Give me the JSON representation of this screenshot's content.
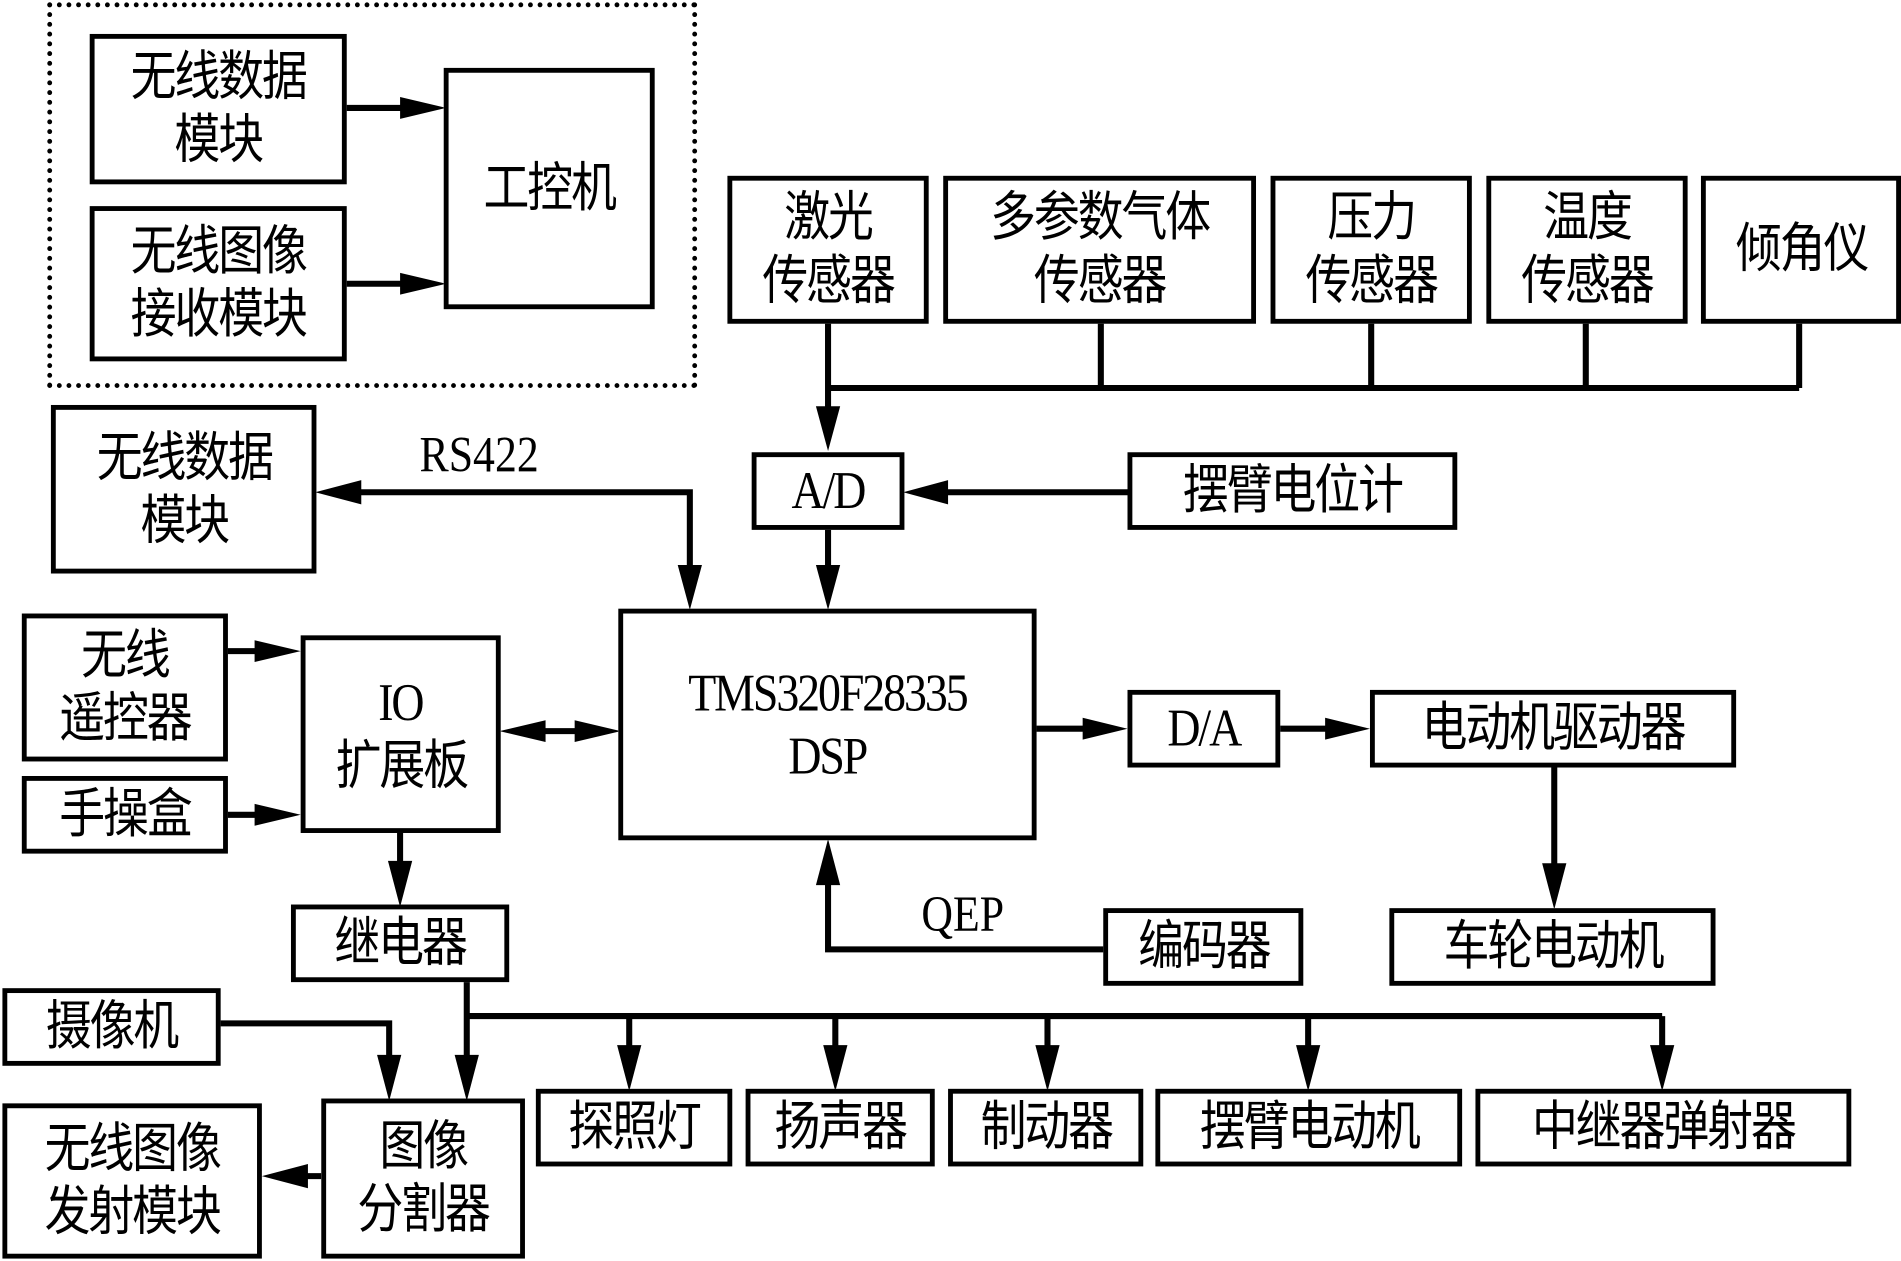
{
  "diagram": {
    "group_box": {
      "label": ""
    },
    "blocks": {
      "pc_wireless_data": [
        "无线数据",
        "模块"
      ],
      "pc_wireless_image_rx": [
        "无线图像",
        "接收模块"
      ],
      "industrial_pc": [
        "工控机"
      ],
      "laser_sensor": [
        "激光",
        "传感器"
      ],
      "gas_sensor": [
        "多参数气体",
        "传感器"
      ],
      "pressure_sensor": [
        "压力",
        "传感器"
      ],
      "temperature_sensor": [
        "温度",
        "传感器"
      ],
      "inclinometer": [
        "倾角仪"
      ],
      "ad_converter": [
        "A/D"
      ],
      "arm_potentiometer": [
        "摆臂电位计"
      ],
      "wireless_data_module": [
        "无线数据",
        "模块"
      ],
      "wireless_remote": [
        "无线",
        "遥控器"
      ],
      "handheld_box": [
        "手操盒"
      ],
      "io_board": [
        "IO",
        "扩展板"
      ],
      "dsp": [
        "TMS320F28335",
        "DSP"
      ],
      "da_converter": [
        "D/A"
      ],
      "motor_driver": [
        "电动机驱动器"
      ],
      "wheel_motor": [
        "车轮电动机"
      ],
      "encoder": [
        "编码器"
      ],
      "relay": [
        "继电器"
      ],
      "camera": [
        "摄像机"
      ],
      "image_splitter": [
        "图像",
        "分割器"
      ],
      "wireless_image_tx": [
        "无线图像",
        "发射模块"
      ],
      "searchlight": [
        "探照灯"
      ],
      "speaker": [
        "扬声器"
      ],
      "brake": [
        "制动器"
      ],
      "arm_motor": [
        "摆臂电动机"
      ],
      "repeater_ejector": [
        "中继器弹射器"
      ]
    },
    "connection_labels": {
      "rs422": "RS422",
      "qep": "QEP"
    }
  }
}
